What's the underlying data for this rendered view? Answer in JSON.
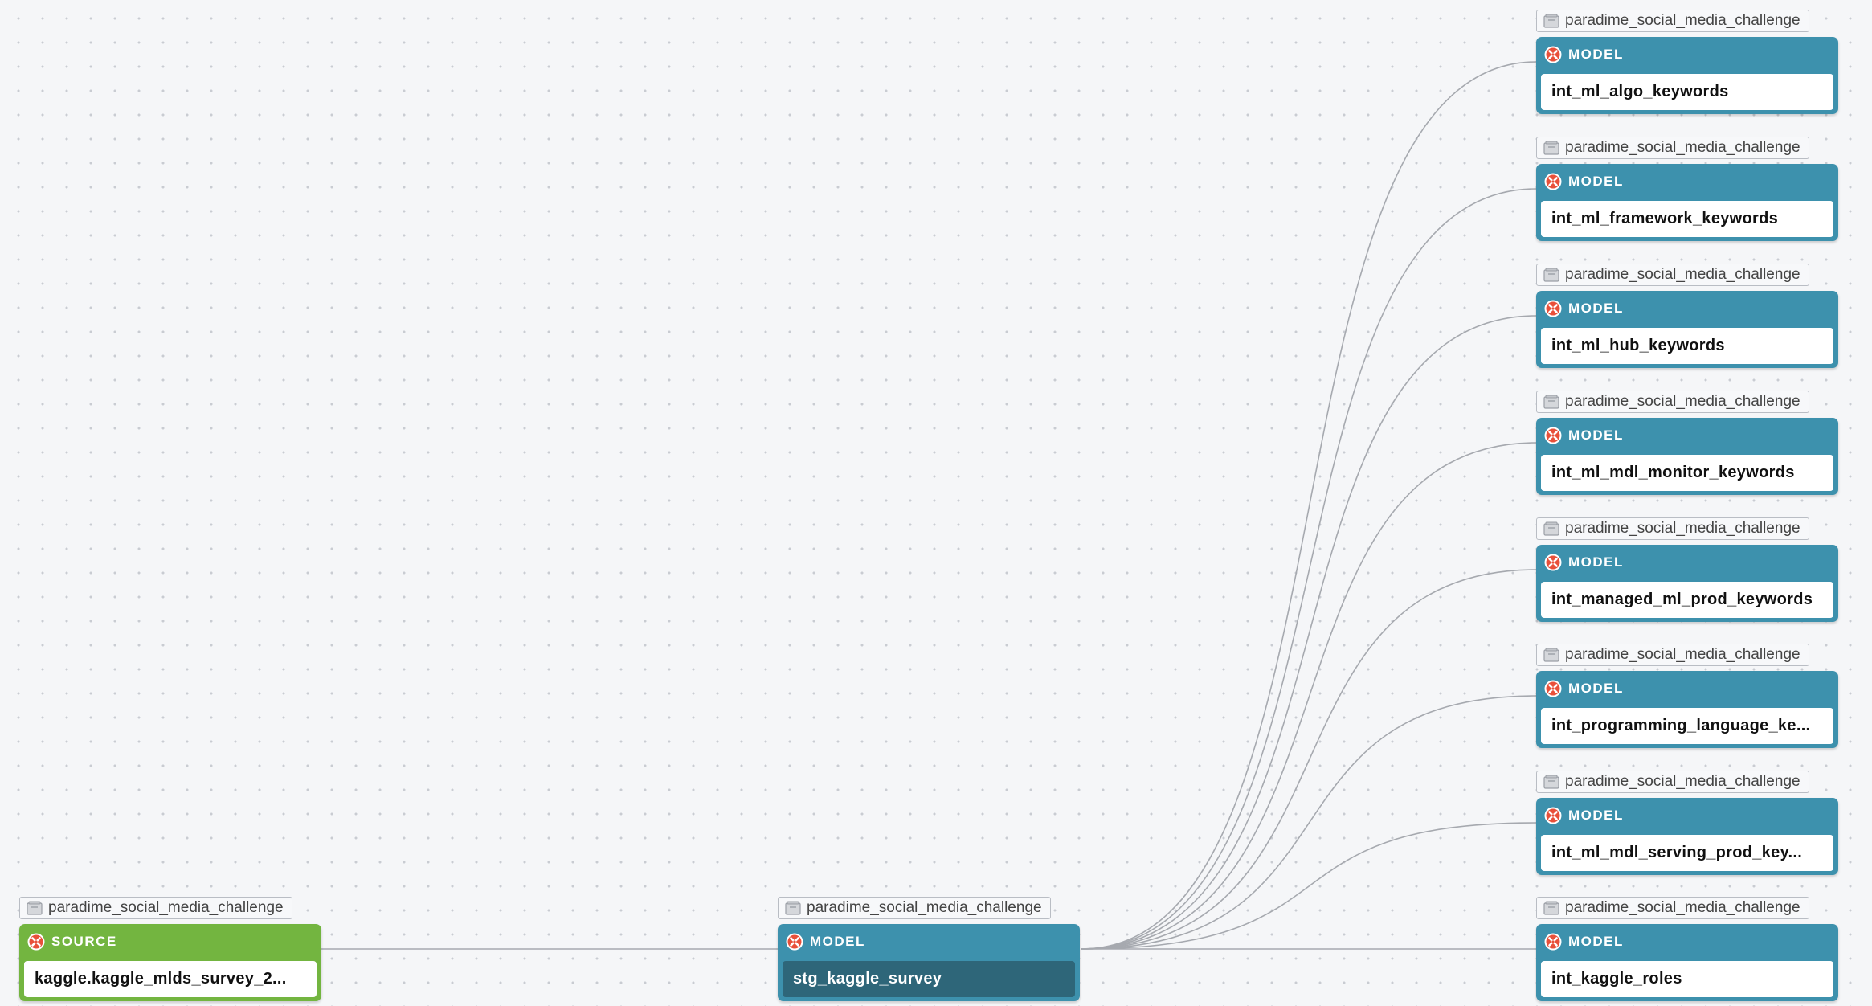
{
  "colors": {
    "model_header": "#3d91ad",
    "source_header": "#73b540",
    "selected_body": "#2e6679",
    "edge": "#a6a9af",
    "dbt_icon": "#e8503a"
  },
  "icons": {
    "project": "database-icon",
    "node_type": "dbt-logo-icon"
  },
  "nodes": [
    {
      "type": "SOURCE",
      "project": "paradime_social_media_challenge",
      "name": "kaggle.kaggle_mlds_survey_2..."
    },
    {
      "type": "MODEL",
      "project": "paradime_social_media_challenge",
      "name": "stg_kaggle_survey",
      "selected": true
    },
    {
      "type": "MODEL",
      "project": "paradime_social_media_challenge",
      "name": "int_ml_algo_keywords"
    },
    {
      "type": "MODEL",
      "project": "paradime_social_media_challenge",
      "name": "int_ml_framework_keywords"
    },
    {
      "type": "MODEL",
      "project": "paradime_social_media_challenge",
      "name": "int_ml_hub_keywords"
    },
    {
      "type": "MODEL",
      "project": "paradime_social_media_challenge",
      "name": "int_ml_mdl_monitor_keywords"
    },
    {
      "type": "MODEL",
      "project": "paradime_social_media_challenge",
      "name": "int_managed_ml_prod_keywords"
    },
    {
      "type": "MODEL",
      "project": "paradime_social_media_challenge",
      "name": "int_programming_language_ke..."
    },
    {
      "type": "MODEL",
      "project": "paradime_social_media_challenge",
      "name": "int_ml_mdl_serving_prod_key..."
    },
    {
      "type": "MODEL",
      "project": "paradime_social_media_challenge",
      "name": "int_kaggle_roles"
    }
  ]
}
